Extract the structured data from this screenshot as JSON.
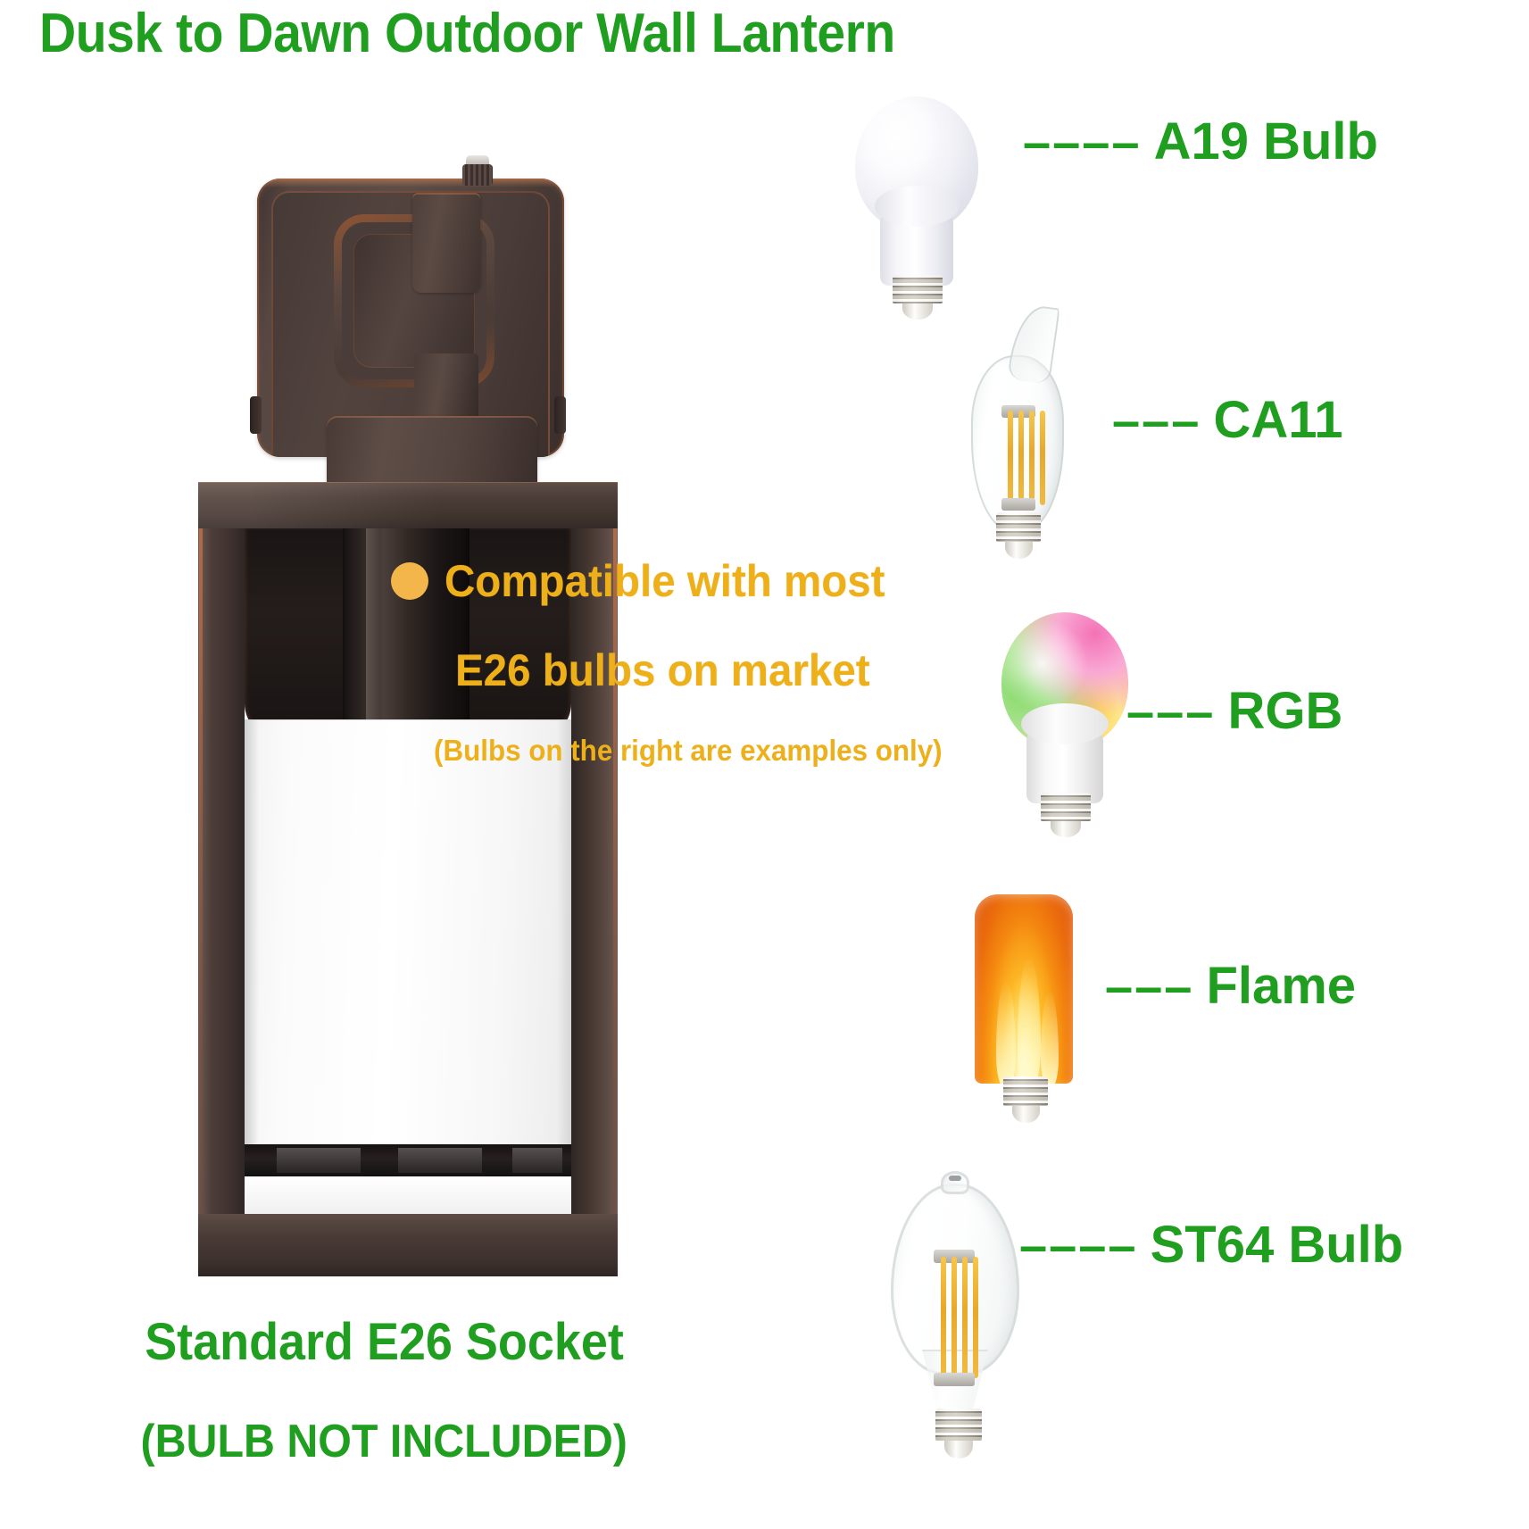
{
  "page": {
    "title": "Dusk to Dawn Outdoor Wall Lantern",
    "background_color": "#ffffff",
    "green": "#1f9e1f",
    "orange": "#edb01a",
    "bullet_color": "#f3b64b",
    "bronze": "#4a3b37"
  },
  "callout": {
    "bullet": "bullet-dot",
    "line1": "Compatible with most",
    "line2": "E26 bulbs on market",
    "disclaimer": "(Bulbs on the right are examples only)"
  },
  "fixture": {
    "name": "outdoor-wall-lantern",
    "socket_label": "Standard E26 Socket",
    "bulb_note": "(BULB NOT INCLUDED)",
    "parts": {
      "backplate": "mounting-backplate",
      "sensor": "dusk-to-dawn-photocell-sensor",
      "ring": "decorative-ring-ornament",
      "bail": "bail-strap",
      "canopy": "canopy",
      "cage": "lantern-cage",
      "socket": "e26-socket-cup",
      "glass": "frosted-glass-panel",
      "bottom_diffuser": "bottom-diffuser"
    }
  },
  "bulbs": [
    {
      "id": "a19",
      "dashes": "––––",
      "label": "A19 Bulb",
      "icon": "a19-bulb-icon"
    },
    {
      "id": "ca11",
      "dashes": "–––",
      "label": "CA11",
      "icon": "ca11-candle-bulb-icon"
    },
    {
      "id": "rgb",
      "dashes": "–––",
      "label": "RGB",
      "icon": "rgb-color-bulb-icon"
    },
    {
      "id": "flame",
      "dashes": "–––",
      "label": "Flame",
      "icon": "flame-effect-bulb-icon"
    },
    {
      "id": "st64",
      "dashes": "––––",
      "label": "ST64 Bulb",
      "icon": "st64-edison-bulb-icon"
    }
  ]
}
